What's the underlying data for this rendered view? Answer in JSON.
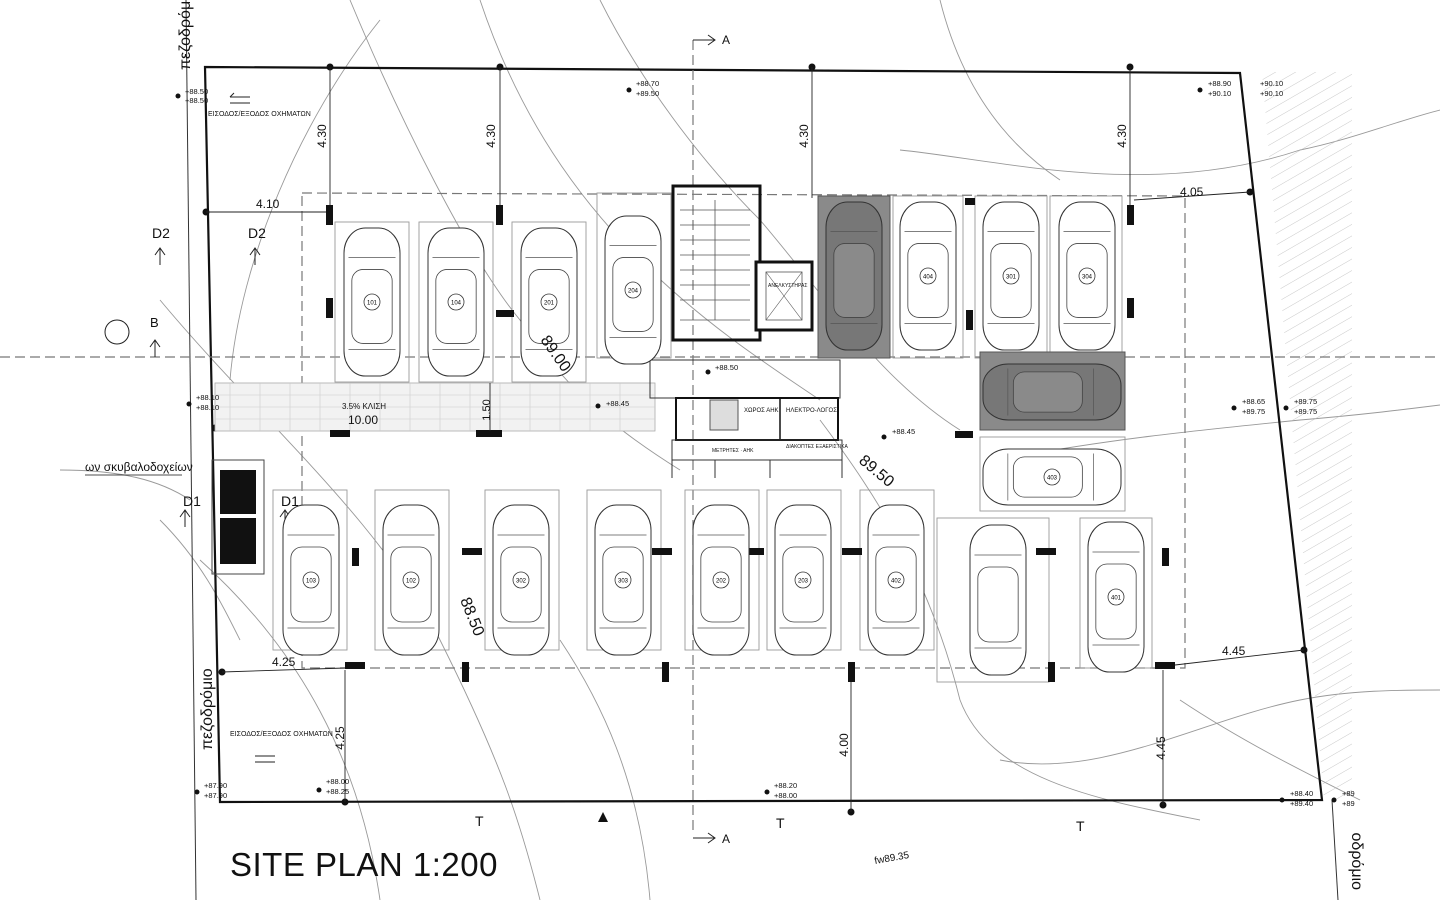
{
  "title": "SITE PLAN 1:200",
  "streets": {
    "left_top": "πεζοδρόμιο",
    "left_bottom": "πεζοδρόμιο",
    "right_bottom": "οδρόμιο",
    "bins": "ων σκυβαλοδοχείων"
  },
  "entrances": {
    "top": "ΕΙΣΟΔΟΣ/ΕΞΟΔΟΣ ΟΧΗΜΑΤΩΝ",
    "bottom": "ΕΙΣΟΔΟΣ/ΕΞΟΔΟΣ ΟΧΗΜΑΤΩΝ"
  },
  "sections": {
    "a": "A",
    "b": "B",
    "d1": "D1",
    "d2": "D2"
  },
  "ramp": {
    "slope": "3.5% ΚΛΙΣΗ",
    "length": "10.00",
    "width": "1.50"
  },
  "rooms": {
    "aik": "ΧΩΡΟΣ ΑΗΚ",
    "elec": "ΗΛΕΚΤΡΟ-ΛΟΓΟΣ",
    "meters": "ΜΕΤΡΗΤΕΣ · ΑΗΚ",
    "water": "ΔΙΑΚΟΠΤΕΣ ΕΞΑΕΡΙΣΤΙΚΑ",
    "lift": "ΑΝΕΛΚΥΣΤΗΡΑΣ"
  },
  "contours": {
    "c1": "89.00",
    "c2": "89.50",
    "c3": "88.50",
    "fw": "fw89.35"
  },
  "dimensions": {
    "d430a": "4.30",
    "d430b": "4.30",
    "d430c": "4.30",
    "d430d": "4.30",
    "d410": "4.10",
    "d405": "4.05",
    "d425a": "4.25",
    "d425b": "4.25",
    "d445a": "4.45",
    "d445b": "4.45",
    "d400": "4.00"
  },
  "levels": {
    "l1a": "+88.50",
    "l1b": "+88.50",
    "l2a": "+88.70",
    "l2b": "+89.50",
    "l3a": "+88.90",
    "l3b": "+90.10",
    "l4a": "+90.10",
    "l4b": "+90.10",
    "l5a": "+88.10",
    "l5b": "+88.10",
    "l6": "+88.45",
    "l7": "+88.50",
    "l8": "+88.45",
    "l9a": "+88.65",
    "l9b": "+89.75",
    "l10a": "+89.75",
    "l10b": "+89.75",
    "l11a": "+87.90",
    "l11b": "+87.90",
    "l12a": "+88.00",
    "l12b": "+88.25",
    "l13a": "+88.20",
    "l13b": "+88.00",
    "l14a": "+88.40",
    "l14b": "+89.40",
    "l15a": "+89",
    "l15b": "+89"
  },
  "markers": {
    "t1": "T",
    "t2": "T",
    "t3": "T"
  },
  "spaces": {
    "top_left": [
      "101",
      "104",
      "201",
      "204"
    ],
    "top_right": [
      "404",
      "301",
      "304"
    ],
    "right": "403",
    "bottom": [
      "103",
      "102",
      "302",
      "303",
      "202",
      "203",
      "402"
    ],
    "bottom_right": "401"
  }
}
